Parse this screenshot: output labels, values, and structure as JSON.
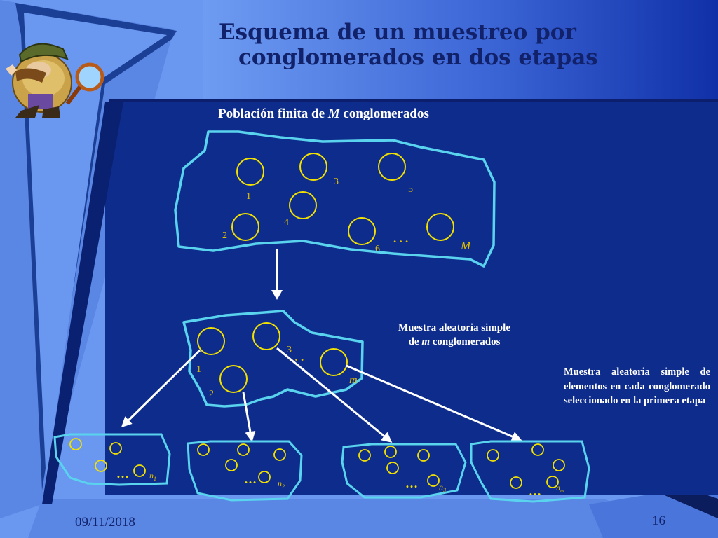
{
  "slide": {
    "title_line1": "Esquema de un muestreo por",
    "title_line2": "conglomerados en dos etapas",
    "subtitle_prefix": "Población finita de ",
    "subtitle_var": "M",
    "subtitle_suffix": " conglomerados",
    "population": {
      "labels": [
        "1",
        "2",
        "3",
        "4",
        "5",
        "6"
      ],
      "ellipsis": ". . .",
      "last_label": "M"
    },
    "first_stage": {
      "labels": [
        "1",
        "2",
        "3"
      ],
      "ellipsis": ". . .",
      "last_label": "m",
      "annotation_line1": "Muestra aleatoria simple",
      "annotation_line2_prefix": "de ",
      "annotation_line2_var": "m",
      "annotation_line2_suffix": " conglomerados"
    },
    "second_stage": {
      "annotation": "Muestra aleatoria simple de elementos en cada conglomerado seleccionado en la primera etapa",
      "groups": [
        {
          "ellipsis": "…",
          "label_base": "n",
          "label_sub": "1"
        },
        {
          "ellipsis": "…",
          "label_base": "n",
          "label_sub": "2"
        },
        {
          "ellipsis": "…",
          "label_base": "n",
          "label_sub": "3"
        },
        {
          "ellipsis": "…",
          "label_base": "n",
          "label_sub": "m"
        }
      ]
    },
    "footer": {
      "date": "09/11/2018",
      "page_number": "16"
    },
    "colors": {
      "background": "#6a98f0",
      "panel": "#0e2c8c",
      "outline": "#5ad4ee",
      "circle": "#f2e100",
      "number": "#e2c000",
      "title": "#11216a"
    },
    "icons": [
      "detective-magnifier-icon",
      "down-arrow-icon"
    ]
  }
}
